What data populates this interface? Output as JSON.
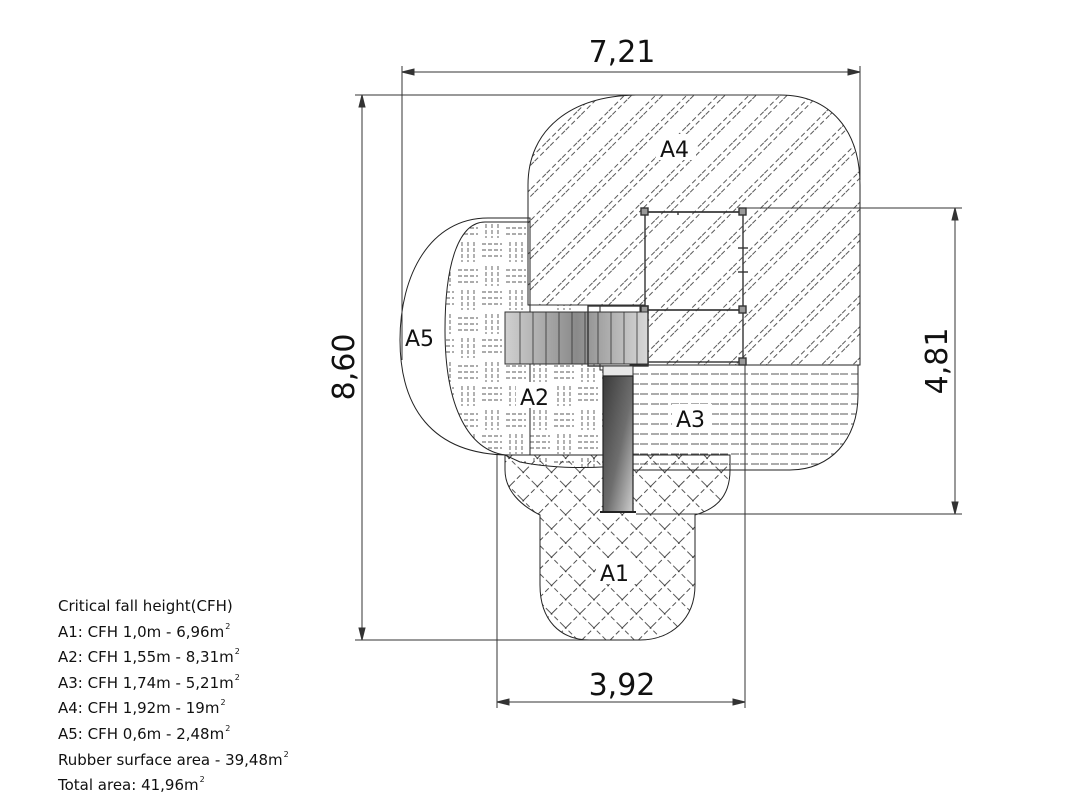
{
  "dimensions": {
    "overall_width": "7,21",
    "overall_height": "8,60",
    "right_height": "4,81",
    "bottom_width": "3,92"
  },
  "zones": {
    "a1": "A1",
    "a2": "A2",
    "a3": "A3",
    "a4": "A4",
    "a5": "A5"
  },
  "legend": {
    "title": "Critical fall height(CFH)",
    "rows": [
      {
        "text": "A1: CFH 1,0m - 6,96m",
        "sup": "2"
      },
      {
        "text": "A2: CFH 1,55m - 8,31m",
        "sup": "2"
      },
      {
        "text": "A3: CFH 1,74m - 5,21m",
        "sup": "2"
      },
      {
        "text": "A4: CFH 1,92m - 19m",
        "sup": "2"
      },
      {
        "text": "A5: CFH 0,6m - 2,48m",
        "sup": "2"
      },
      {
        "text": "Rubber surface area - 39,48m",
        "sup": "2"
      },
      {
        "text": "Total area: 41,96m",
        "sup": "2"
      }
    ]
  }
}
